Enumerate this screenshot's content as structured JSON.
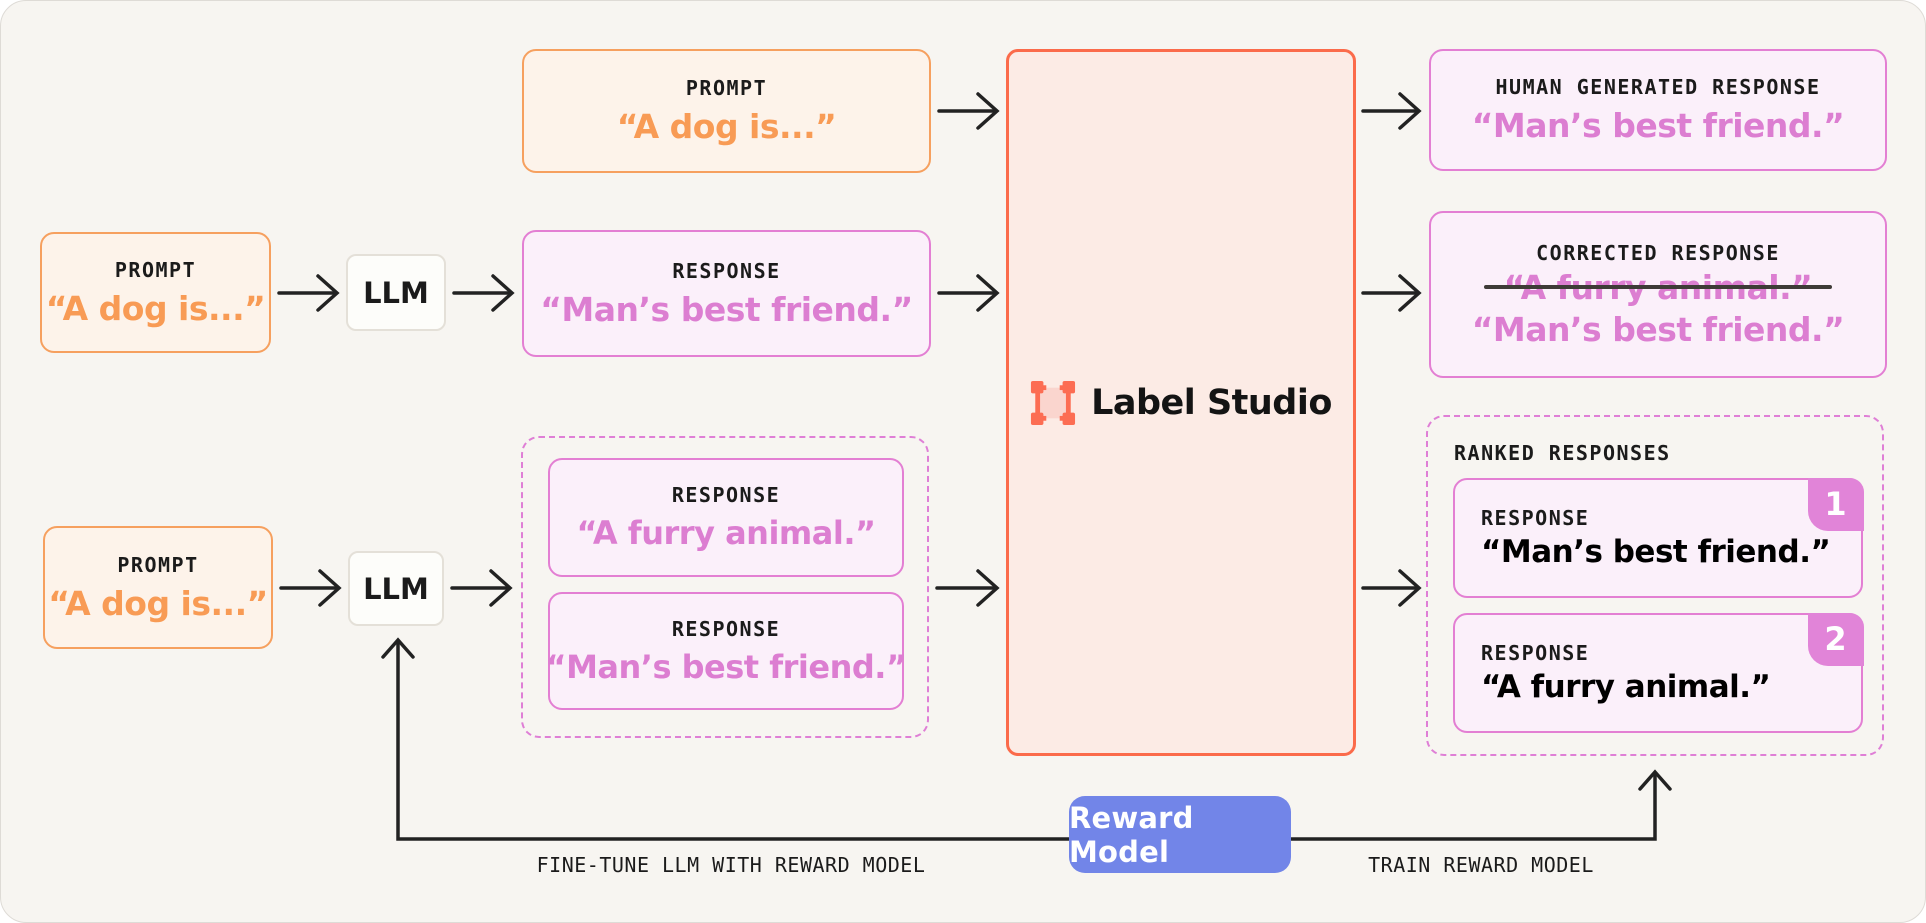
{
  "colors": {
    "background": "#F7F5F1",
    "orange_border": "#F6A05F",
    "orange_text": "#F89B55",
    "pink_border": "#E37FD3",
    "pink_text": "#DC7ED1",
    "coral": "#FB6B4B",
    "blue": "#7285E8",
    "ink": "#1B1B1B"
  },
  "hub": {
    "logo_text": "Label Studio"
  },
  "rows": {
    "supervised": {
      "prompt": {
        "label": "PROMPT",
        "text": "“A dog is...”"
      },
      "output": {
        "label": "HUMAN GENERATED RESPONSE",
        "text": "“Man’s best friend.”"
      }
    },
    "correction": {
      "prompt": {
        "label": "PROMPT",
        "text": "“A dog is...”"
      },
      "llm": "LLM",
      "response": {
        "label": "RESPONSE",
        "text": "“Man’s best friend.”"
      },
      "output": {
        "label": "CORRECTED RESPONSE",
        "struck": "“A furry animal.”",
        "text": "“Man’s best friend.”"
      }
    },
    "ranking": {
      "prompt": {
        "label": "PROMPT",
        "text": "“A dog is...”"
      },
      "llm": "LLM",
      "responses": [
        {
          "label": "RESPONSE",
          "text": "“A furry animal.”"
        },
        {
          "label": "RESPONSE",
          "text": "“Man’s best friend.”"
        }
      ],
      "output": {
        "label": "RANKED RESPONSES",
        "items": [
          {
            "label": "RESPONSE",
            "text": "“Man’s best friend.”",
            "rank": "1"
          },
          {
            "label": "RESPONSE",
            "text": "“A furry animal.”",
            "rank": "2"
          }
        ]
      }
    }
  },
  "reward": {
    "button": "Reward Model",
    "finetune_caption": "FINE-TUNE LLM WITH REWARD MODEL",
    "train_caption": "TRAIN REWARD MODEL"
  }
}
